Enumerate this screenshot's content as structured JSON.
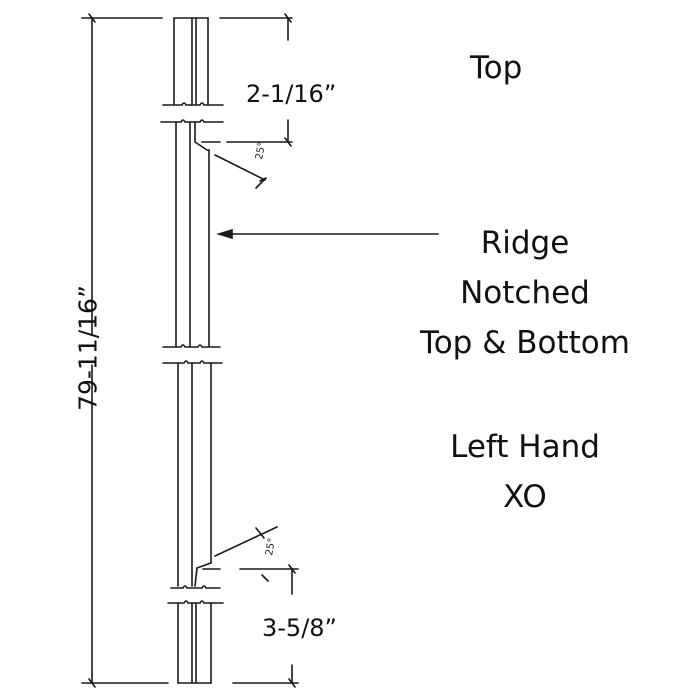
{
  "labels": {
    "top": "Top",
    "ridge_lines": [
      "Ridge",
      "Notched",
      "Top & Bottom"
    ],
    "hand_lines": [
      "Left Hand",
      "XO"
    ]
  },
  "dimensions": {
    "overall_length": "79-11/16”",
    "top_notch": "2-1/16”",
    "bottom_notch": "3-5/8”",
    "top_angle": "25°",
    "bottom_angle": "25°"
  },
  "colors": {
    "line": "#1a1a1a",
    "background": "#ffffff"
  }
}
